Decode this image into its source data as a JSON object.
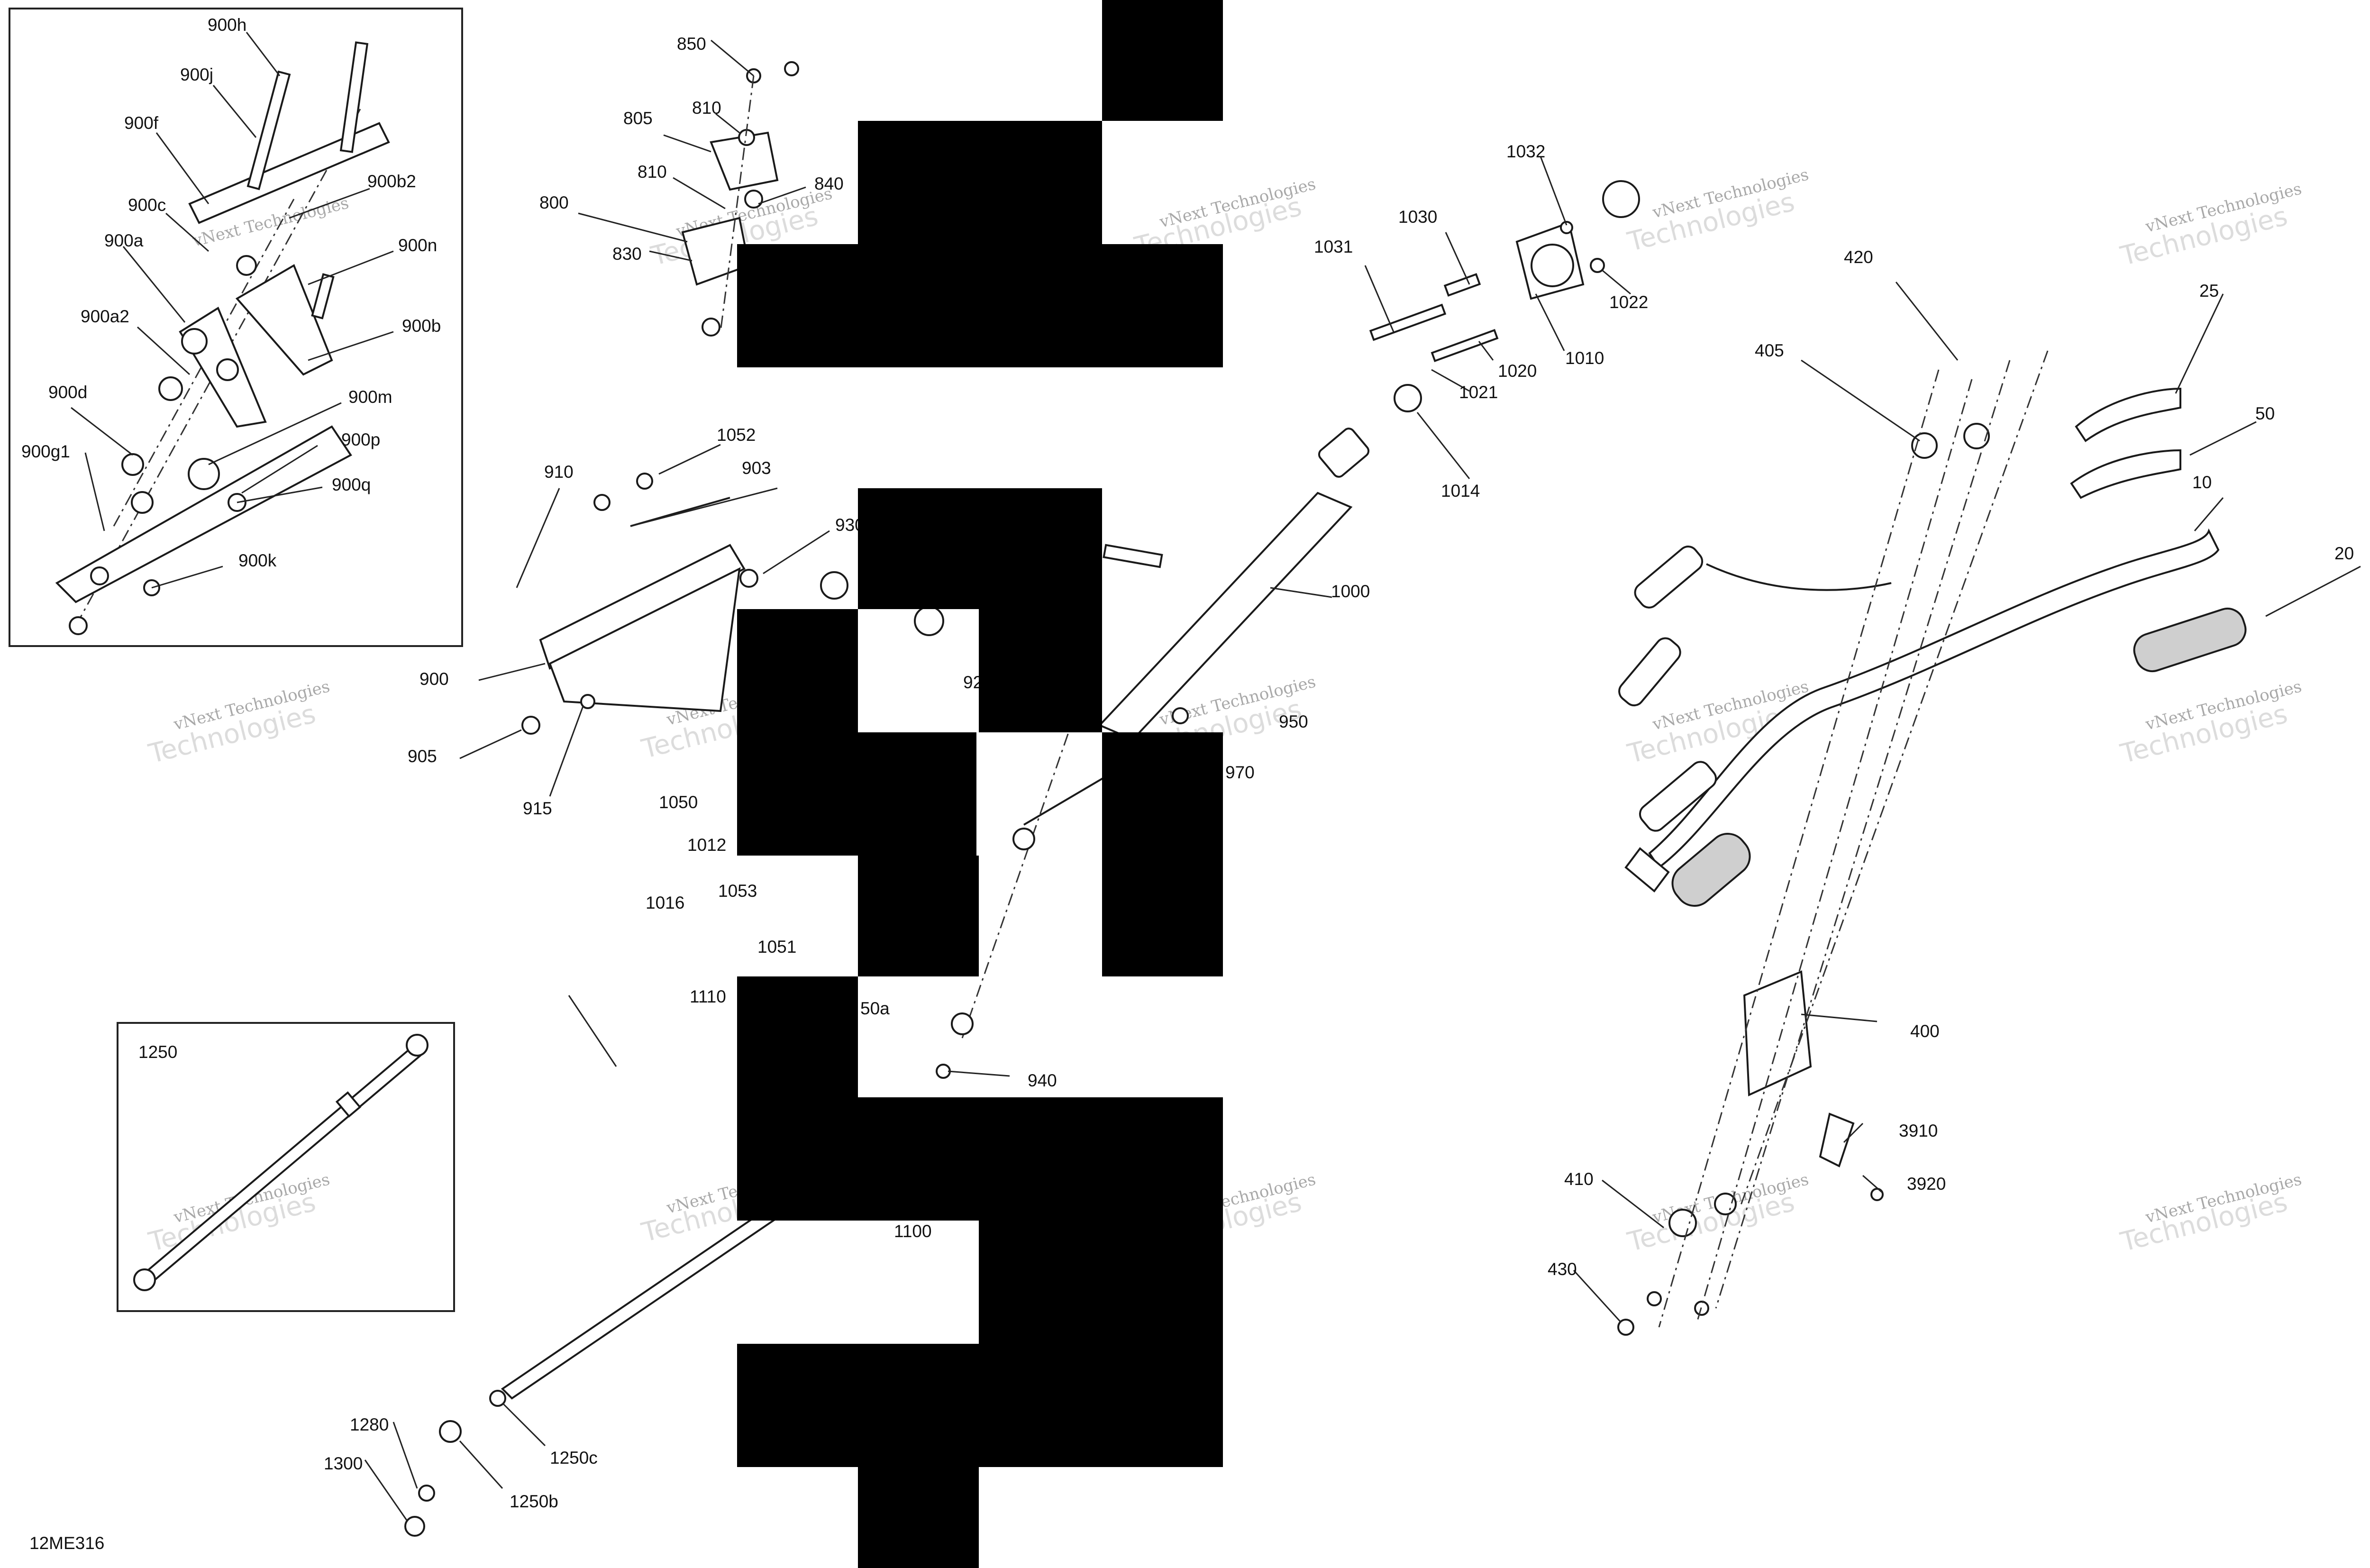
{
  "diagram_code": "12ME316",
  "watermark": {
    "line1": "vNext Technologies",
    "line2": "Technologies"
  },
  "callouts": [
    {
      "id": "c_900h",
      "text": "900h"
    },
    {
      "id": "c_900j",
      "text": "900j"
    },
    {
      "id": "c_900f",
      "text": "900f"
    },
    {
      "id": "c_900c",
      "text": "900c"
    },
    {
      "id": "c_900b2",
      "text": "900b2"
    },
    {
      "id": "c_900a",
      "text": "900a"
    },
    {
      "id": "c_900n",
      "text": "900n"
    },
    {
      "id": "c_900a2",
      "text": "900a2"
    },
    {
      "id": "c_900b",
      "text": "900b"
    },
    {
      "id": "c_900d",
      "text": "900d"
    },
    {
      "id": "c_900m",
      "text": "900m"
    },
    {
      "id": "c_900g1",
      "text": "900g1"
    },
    {
      "id": "c_900p",
      "text": "900p"
    },
    {
      "id": "c_900q",
      "text": "900q"
    },
    {
      "id": "c_900k",
      "text": "900k"
    },
    {
      "id": "c_850",
      "text": "850"
    },
    {
      "id": "c_810a",
      "text": "810"
    },
    {
      "id": "c_805",
      "text": "805"
    },
    {
      "id": "c_810b",
      "text": "810"
    },
    {
      "id": "c_840",
      "text": "840"
    },
    {
      "id": "c_800",
      "text": "800"
    },
    {
      "id": "c_830",
      "text": "830"
    },
    {
      "id": "c_1032",
      "text": "1032"
    },
    {
      "id": "c_1030",
      "text": "1030"
    },
    {
      "id": "c_1031",
      "text": "1031"
    },
    {
      "id": "c_1022",
      "text": "1022"
    },
    {
      "id": "c_1010",
      "text": "1010"
    },
    {
      "id": "c_1020",
      "text": "1020"
    },
    {
      "id": "c_1021",
      "text": "1021"
    },
    {
      "id": "c_1014",
      "text": "1014"
    },
    {
      "id": "c_1000",
      "text": "1000"
    },
    {
      "id": "c_420",
      "text": "420"
    },
    {
      "id": "c_405",
      "text": "405"
    },
    {
      "id": "c_25",
      "text": "25"
    },
    {
      "id": "c_50",
      "text": "50"
    },
    {
      "id": "c_10",
      "text": "10"
    },
    {
      "id": "c_20",
      "text": "20"
    },
    {
      "id": "c_1052",
      "text": "1052"
    },
    {
      "id": "c_910",
      "text": "910"
    },
    {
      "id": "c_903",
      "text": "903"
    },
    {
      "id": "c_930",
      "text": "930"
    },
    {
      "id": "c_900",
      "text": "900"
    },
    {
      "id": "c_905",
      "text": "905"
    },
    {
      "id": "c_915",
      "text": "915"
    },
    {
      "id": "c_1050",
      "text": "1050"
    },
    {
      "id": "c_92",
      "text": "92"
    },
    {
      "id": "c_950",
      "text": "950"
    },
    {
      "id": "c_970",
      "text": "970"
    },
    {
      "id": "c_1012",
      "text": "1012"
    },
    {
      "id": "c_1016",
      "text": "1016"
    },
    {
      "id": "c_1053",
      "text": "1053"
    },
    {
      "id": "c_1051",
      "text": "1051"
    },
    {
      "id": "c_1110",
      "text": "1110"
    },
    {
      "id": "c_50a",
      "text": "50a"
    },
    {
      "id": "c_940",
      "text": "940"
    },
    {
      "id": "c_1250",
      "text": "1250"
    },
    {
      "id": "c_1100",
      "text": "1100"
    },
    {
      "id": "c_400",
      "text": "400"
    },
    {
      "id": "c_3910",
      "text": "3910"
    },
    {
      "id": "c_3920",
      "text": "3920"
    },
    {
      "id": "c_410",
      "text": "410"
    },
    {
      "id": "c_430",
      "text": "430"
    },
    {
      "id": "c_1280",
      "text": "1280"
    },
    {
      "id": "c_1300",
      "text": "1300"
    },
    {
      "id": "c_1250c",
      "text": "1250c"
    },
    {
      "id": "c_1250b",
      "text": "1250b"
    }
  ]
}
